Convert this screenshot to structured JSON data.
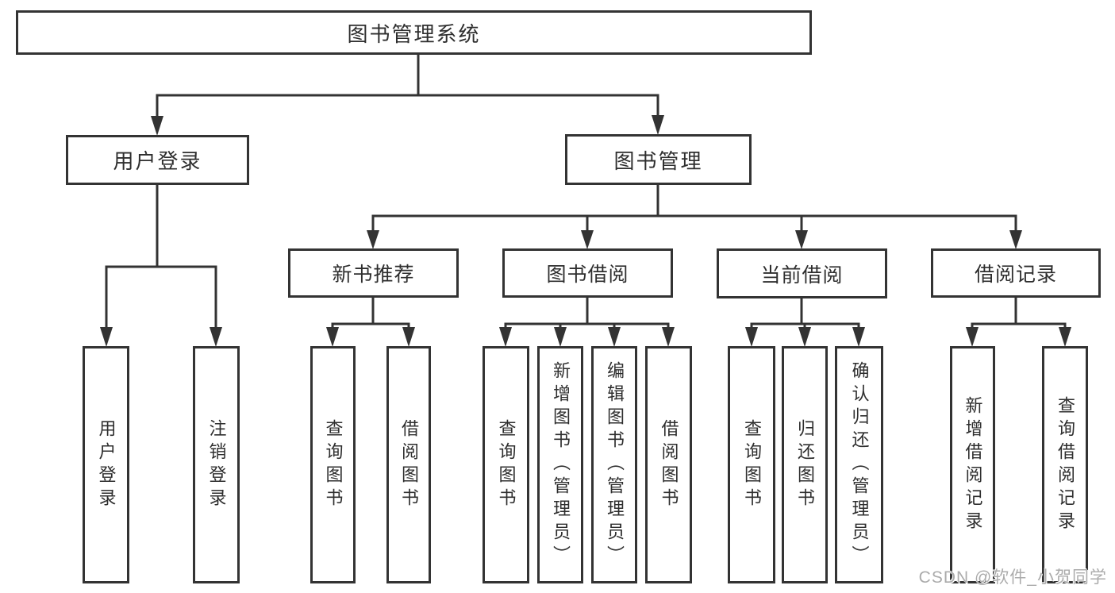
{
  "colors": {
    "line": "#333333",
    "text": "#2e2e2e",
    "background": "#ffffff",
    "watermark": "#ababab"
  },
  "watermark": {
    "text": "CSDN @软件_小贺同学"
  },
  "tree": {
    "label": "图书管理系统",
    "children": [
      {
        "label": "用户登录",
        "children": [
          {
            "label": "用户登录"
          },
          {
            "label": "注销登录"
          }
        ]
      },
      {
        "label": "图书管理",
        "children": [
          {
            "label": "新书推荐",
            "children": [
              {
                "label": "查询图书"
              },
              {
                "label": "借阅图书"
              }
            ]
          },
          {
            "label": "图书借阅",
            "children": [
              {
                "label": "查询图书"
              },
              {
                "label": "新增图书（管理员）"
              },
              {
                "label": "编辑图书（管理员）"
              },
              {
                "label": "借阅图书"
              }
            ]
          },
          {
            "label": "当前借阅",
            "children": [
              {
                "label": "查询图书"
              },
              {
                "label": "归还图书"
              },
              {
                "label": "确认归还（管理员）"
              }
            ]
          },
          {
            "label": "借阅记录",
            "children": [
              {
                "label": "新增借阅记录"
              },
              {
                "label": "查询借阅记录"
              }
            ]
          }
        ]
      }
    ]
  }
}
